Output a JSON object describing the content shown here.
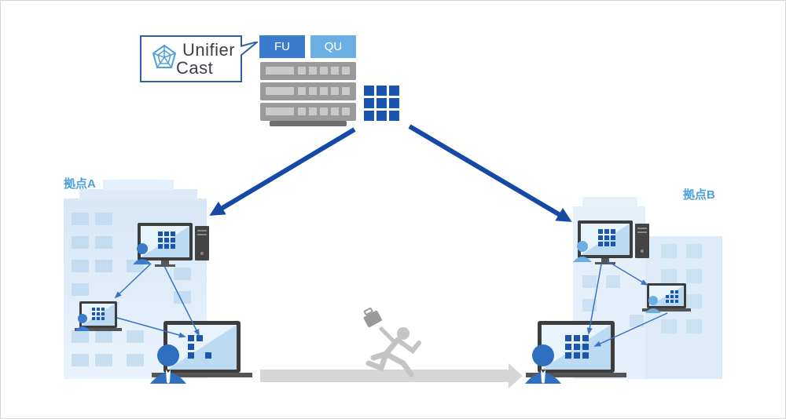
{
  "product": {
    "logo_line1": "Unifier",
    "logo_line2": "Cast",
    "modules": [
      {
        "label": "FU",
        "color": "#3a7bcb"
      },
      {
        "label": "QU",
        "color": "#6cb0e3"
      }
    ]
  },
  "sites": [
    {
      "label": "拠点A"
    },
    {
      "label": "拠点B"
    }
  ],
  "colors": {
    "arrow": "#1649a6",
    "tile": "#1c55b0",
    "building": "#dbeaf7",
    "connector": "#3a72c6",
    "migration_arrow": "#d6d6d6",
    "runner": "#c4c4c4"
  }
}
